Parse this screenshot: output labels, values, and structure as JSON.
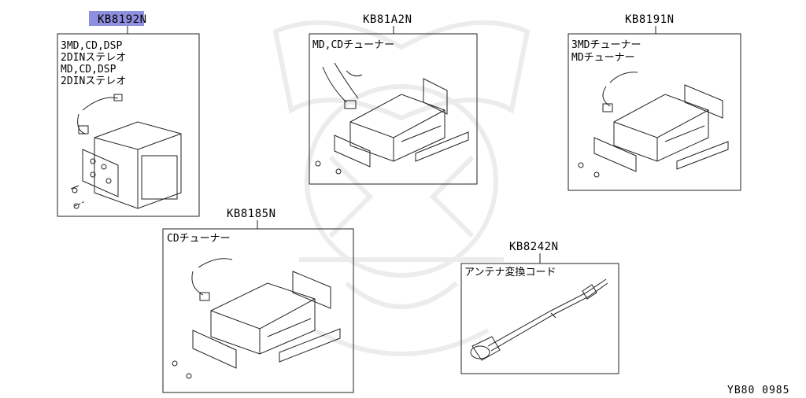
{
  "diagram_code": "YB80 0985",
  "highlight_color": "#8f8fe0",
  "parts": [
    {
      "part_no": "KB8192N",
      "lines": [
        "3MD,CD,DSP",
        "2DINステレオ",
        "MD,CD,DSP",
        "2DINステレオ"
      ]
    },
    {
      "part_no": "KB81A2N",
      "lines": [
        "MD,CDチューナー"
      ]
    },
    {
      "part_no": "KB8191N",
      "lines": [
        "3MDチューナー",
        "MDチューナー"
      ]
    },
    {
      "part_no": "KB8185N",
      "lines": [
        "CDチューナー"
      ]
    },
    {
      "part_no": "KB8242N",
      "lines": [
        "アンテナ変換コード"
      ]
    }
  ]
}
